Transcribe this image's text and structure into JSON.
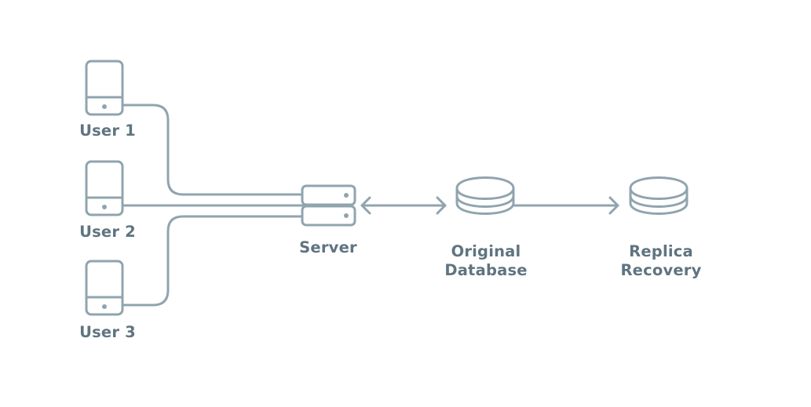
{
  "colors": {
    "stroke": "#90a4ae",
    "text": "#5f7480",
    "background": "#ffffff"
  },
  "users": [
    {
      "label": "User 1",
      "icon": "mobile-device-icon"
    },
    {
      "label": "User 2",
      "icon": "mobile-device-icon"
    },
    {
      "label": "User 3",
      "icon": "mobile-device-icon"
    }
  ],
  "server": {
    "label": "Server",
    "icon": "server-icon"
  },
  "original_database": {
    "label_line1": "Original",
    "label_line2": "Database",
    "icon": "database-icon"
  },
  "replica": {
    "label_line1": "Replica",
    "label_line2": "Recovery",
    "icon": "database-icon"
  },
  "connections": [
    {
      "from": "User 1",
      "to": "Server",
      "direction": "none"
    },
    {
      "from": "User 2",
      "to": "Server",
      "direction": "none"
    },
    {
      "from": "User 3",
      "to": "Server",
      "direction": "none"
    },
    {
      "from": "Server",
      "to": "Original Database",
      "direction": "both"
    },
    {
      "from": "Original Database",
      "to": "Replica Recovery",
      "direction": "forward"
    }
  ]
}
